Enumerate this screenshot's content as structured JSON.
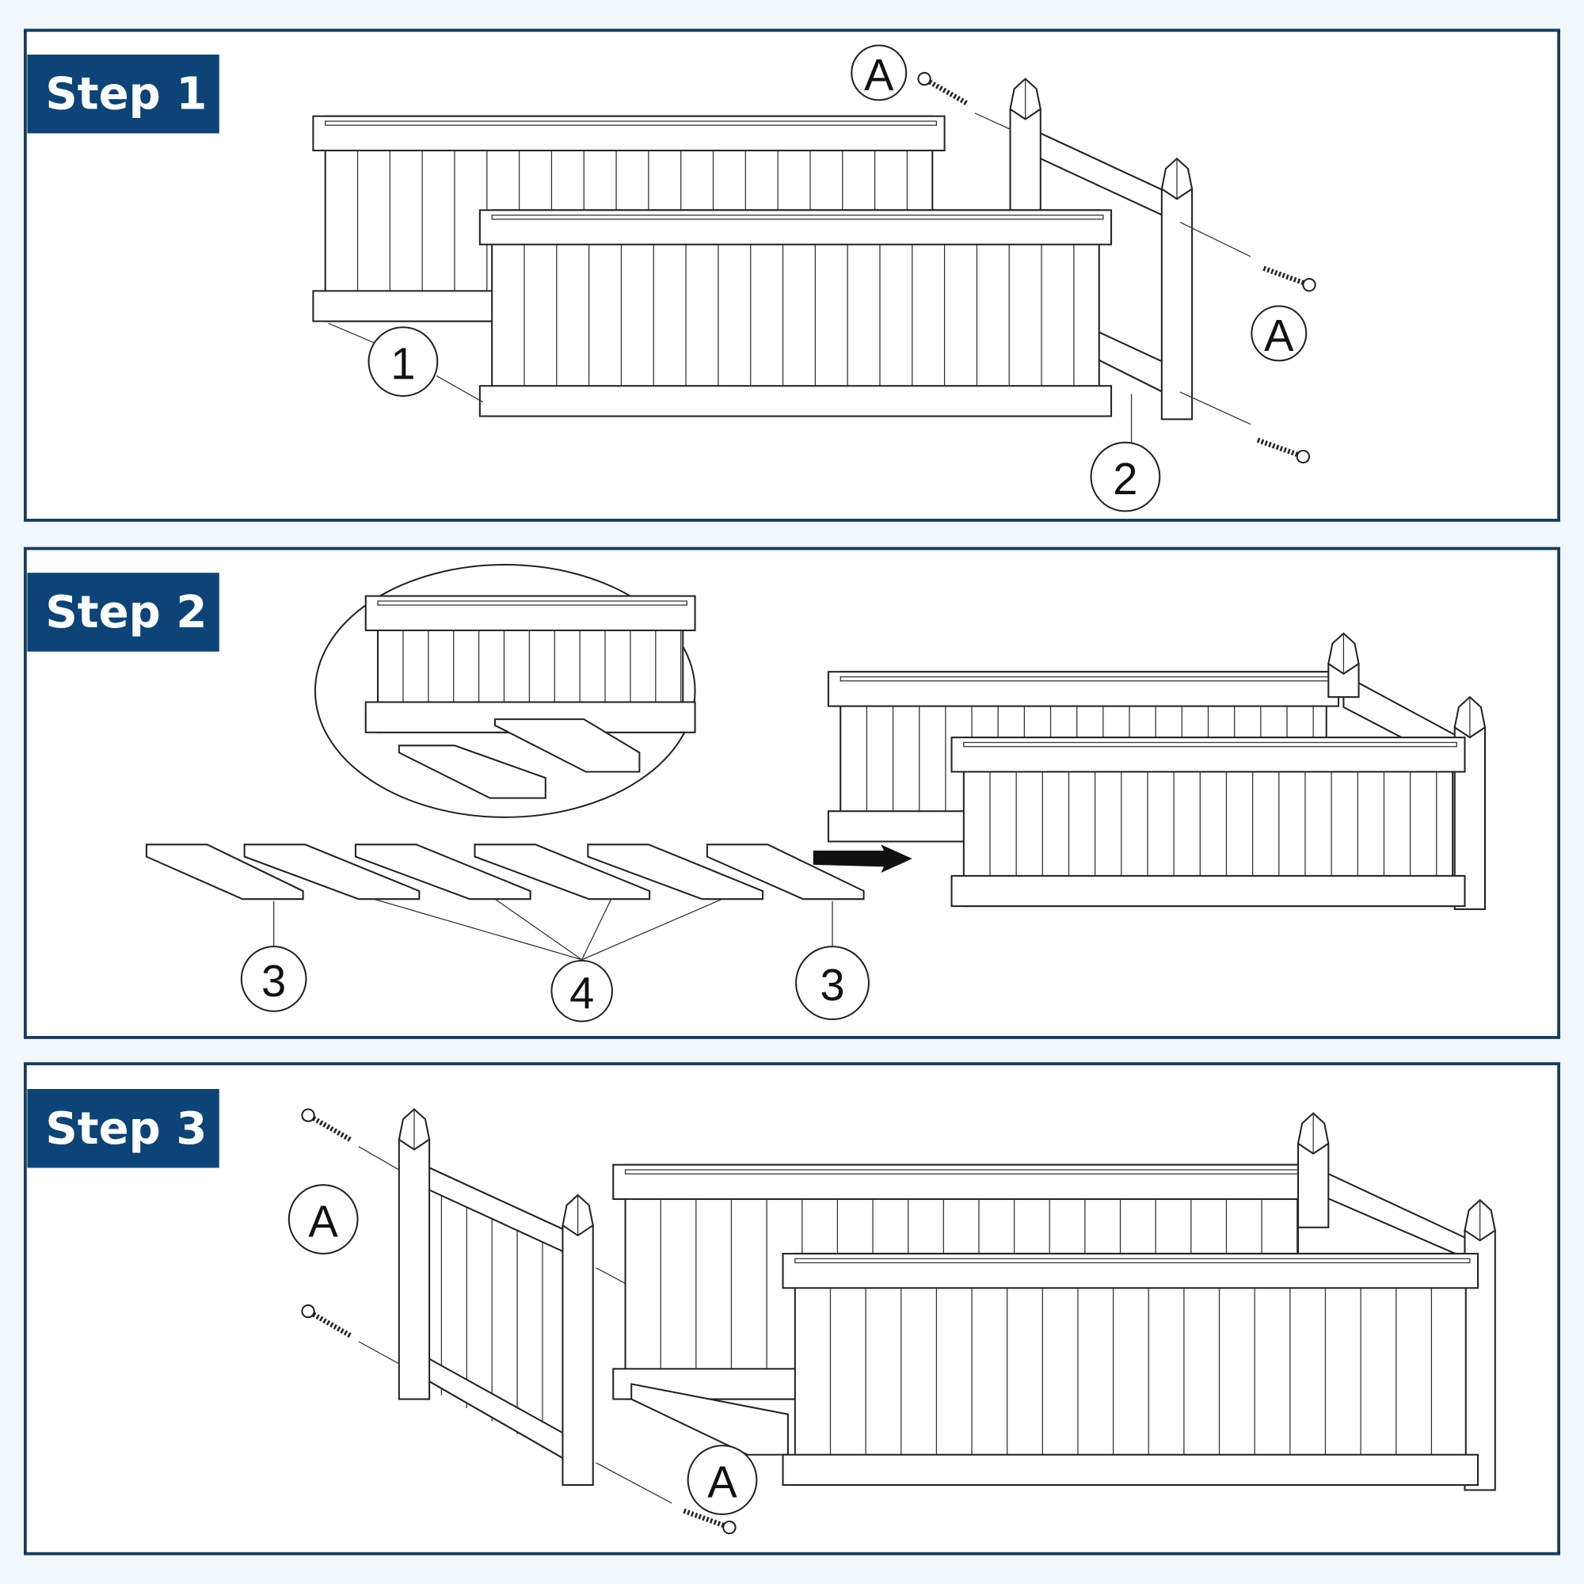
{
  "colors": {
    "panel_border": "#163d5e",
    "label_bg": "#0c4477",
    "background": "#f1f7fa"
  },
  "steps": [
    {
      "label": "Step 1",
      "callouts": {
        "part1": "1",
        "part2": "2",
        "screwA_top": "A",
        "screwA_right": "A"
      }
    },
    {
      "label": "Step 2",
      "callouts": {
        "part3_left": "3",
        "part4": "4",
        "part3_right": "3"
      }
    },
    {
      "label": "Step 3",
      "callouts": {
        "screwA_left": "A",
        "screwA_bottom": "A"
      }
    }
  ]
}
